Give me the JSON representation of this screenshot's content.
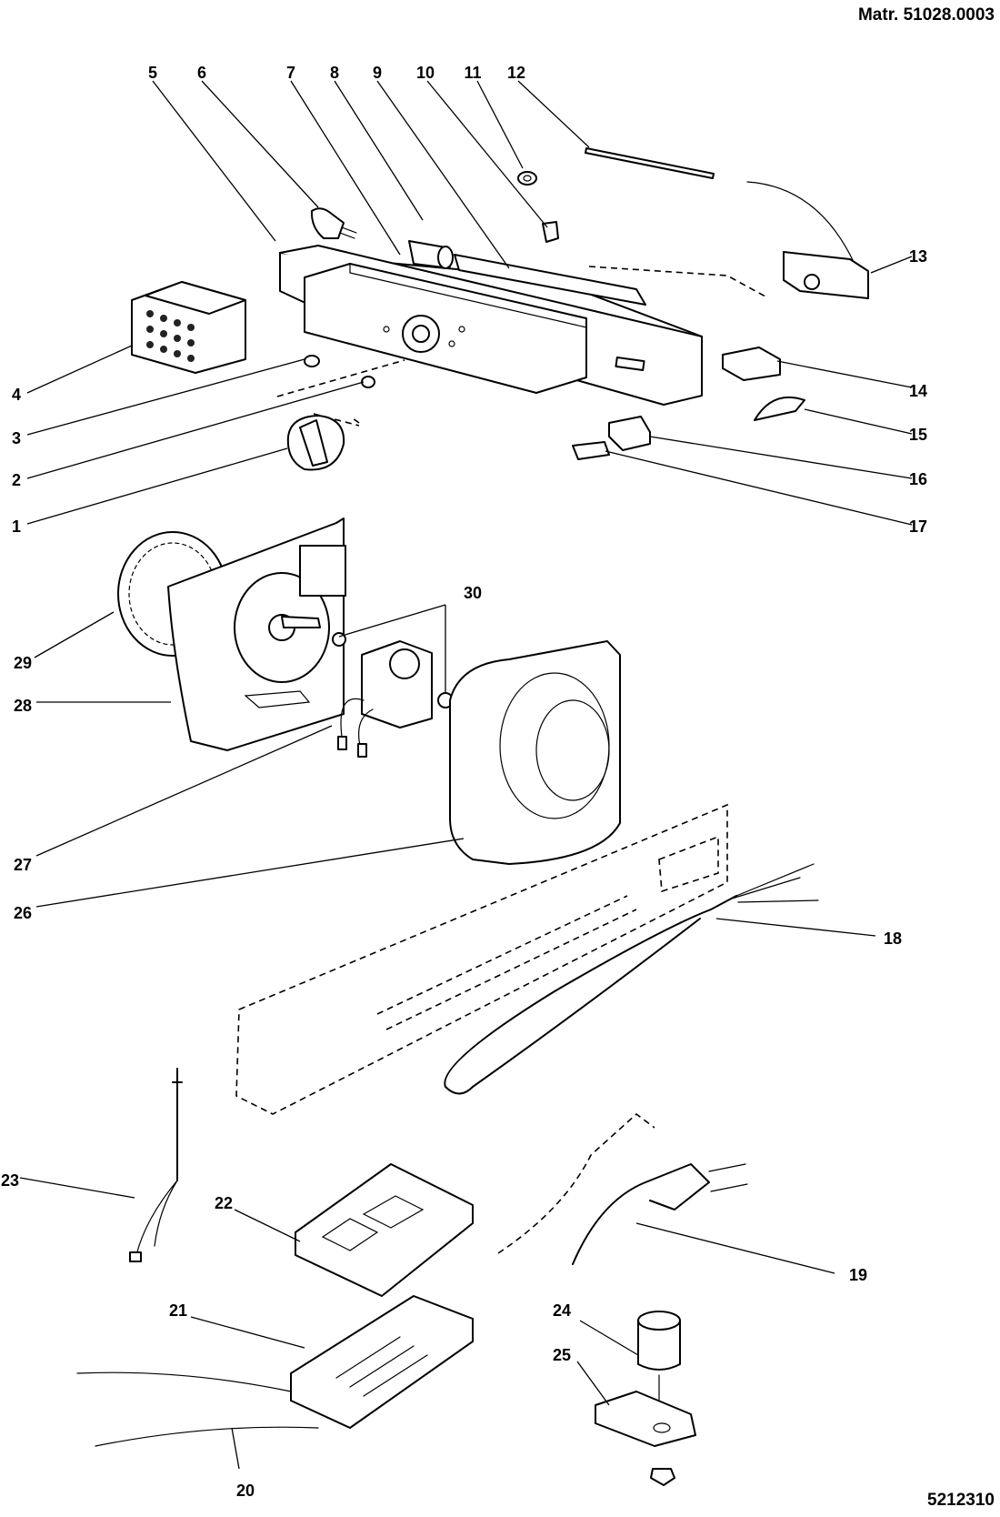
{
  "header": {
    "material_code": "Matr. 51028.0003",
    "drawing_number": "5212310"
  },
  "callouts": [
    "1",
    "2",
    "3",
    "4",
    "5",
    "6",
    "7",
    "8",
    "9",
    "10",
    "11",
    "12",
    "13",
    "14",
    "15",
    "16",
    "17",
    "18",
    "19",
    "20",
    "21",
    "22",
    "23",
    "24",
    "25",
    "26",
    "27",
    "28",
    "29",
    "30"
  ]
}
